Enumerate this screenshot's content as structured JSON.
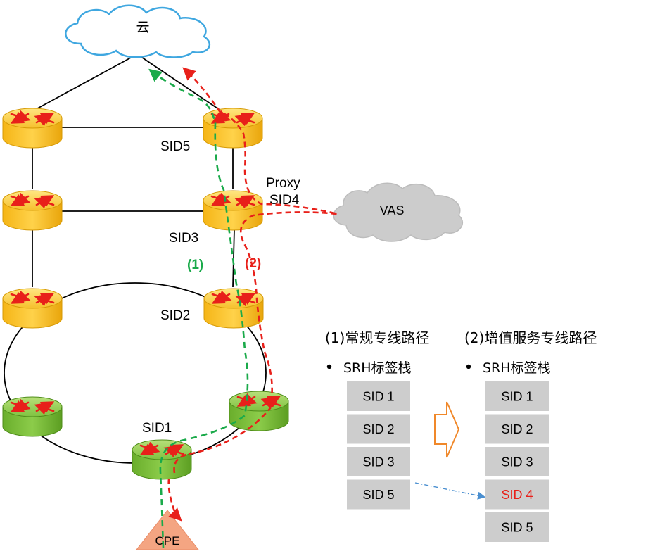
{
  "cloud_label": "云",
  "vas_label": "VAS",
  "cpe_label": "CPE",
  "sid_labels": {
    "sid5": "SID5",
    "sid4": "Proxy\nSID4",
    "sid3": "SID3",
    "sid2": "SID2",
    "sid1": "SID1"
  },
  "path_labels": {
    "regular": "(1)",
    "value_added": "(2)"
  },
  "path_colors": {
    "regular": "#1aaa4a",
    "value_added": "#e8201a"
  },
  "stack_left": {
    "title": "(1)常规专线路径",
    "bullet": "SRH标签栈",
    "items": [
      "SID 1",
      "SID 2",
      "SID 3",
      "SID 5"
    ]
  },
  "stack_right": {
    "title": "(2)增值服务专线路径",
    "bullet": "SRH标签栈",
    "items": [
      "SID 1",
      "SID 2",
      "SID 3",
      "SID 4",
      "SID 5"
    ],
    "highlight_item": "SID 4",
    "highlight_color": "#e8201a"
  },
  "icons": {
    "router": "router-icon",
    "cloud": "cloud-icon",
    "cpe": "cpe-triangle-icon",
    "arrow": "block-arrow-icon"
  }
}
